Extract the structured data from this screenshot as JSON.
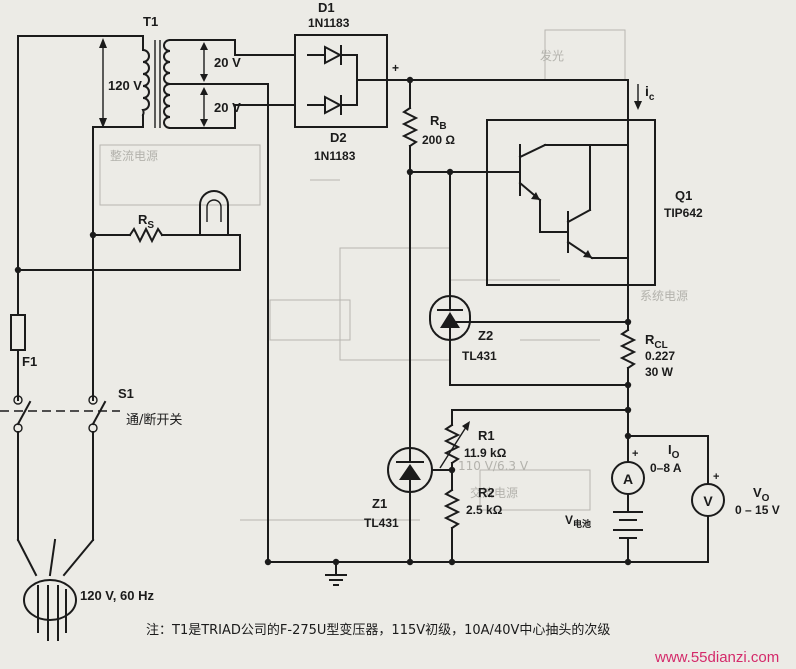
{
  "labels": {
    "t1": "T1",
    "primary_voltage": "120 V",
    "sec_top_voltage": "20 V",
    "sec_bottom_voltage": "20 V",
    "d1_ref": "D1",
    "d1_part": "1N1183",
    "d2_ref": "D2",
    "d2_part": "1N1183",
    "plus_sign": "+",
    "ic": "i",
    "ic_sub": "c",
    "rb_ref": "R",
    "rb_sub": "B",
    "rb_value": "200 Ω",
    "q1_ref": "Q1",
    "q1_part": "TIP642",
    "rs_ref": "R",
    "rs_sub": "S",
    "f1": "F1",
    "s1": "S1",
    "switch_label": "通/断开关",
    "z2_ref": "Z2",
    "z2_part": "TL431",
    "rcl_ref": "R",
    "rcl_sub": "CL",
    "rcl_value": "0.227",
    "rcl_power": "30 W",
    "r1_ref": "R1",
    "r1_value": "11.9 kΩ",
    "r2_ref": "R2",
    "r2_value": "2.5 kΩ",
    "z1_ref": "Z1",
    "z1_part": "TL431",
    "io_ref": "I",
    "io_sub": "O",
    "io_range": "0–8 A",
    "ammeter": "A",
    "voltmeter": "V",
    "vo_ref": "V",
    "vo_sub": "O",
    "vo_range": "0 – 15 V",
    "vbat_ref": "V",
    "vbat_sub": "电池",
    "mains": "120 V, 60 Hz"
  },
  "note": "注：T1是TRIAD公司的F-275U型变压器，115V初级，10A/40V中心抽头的次级",
  "watermark": "www.55dianzi.com",
  "colors": {
    "ink": "#1b1b1b",
    "paper": "#ecebe6",
    "watermark": "#d42a6a"
  }
}
